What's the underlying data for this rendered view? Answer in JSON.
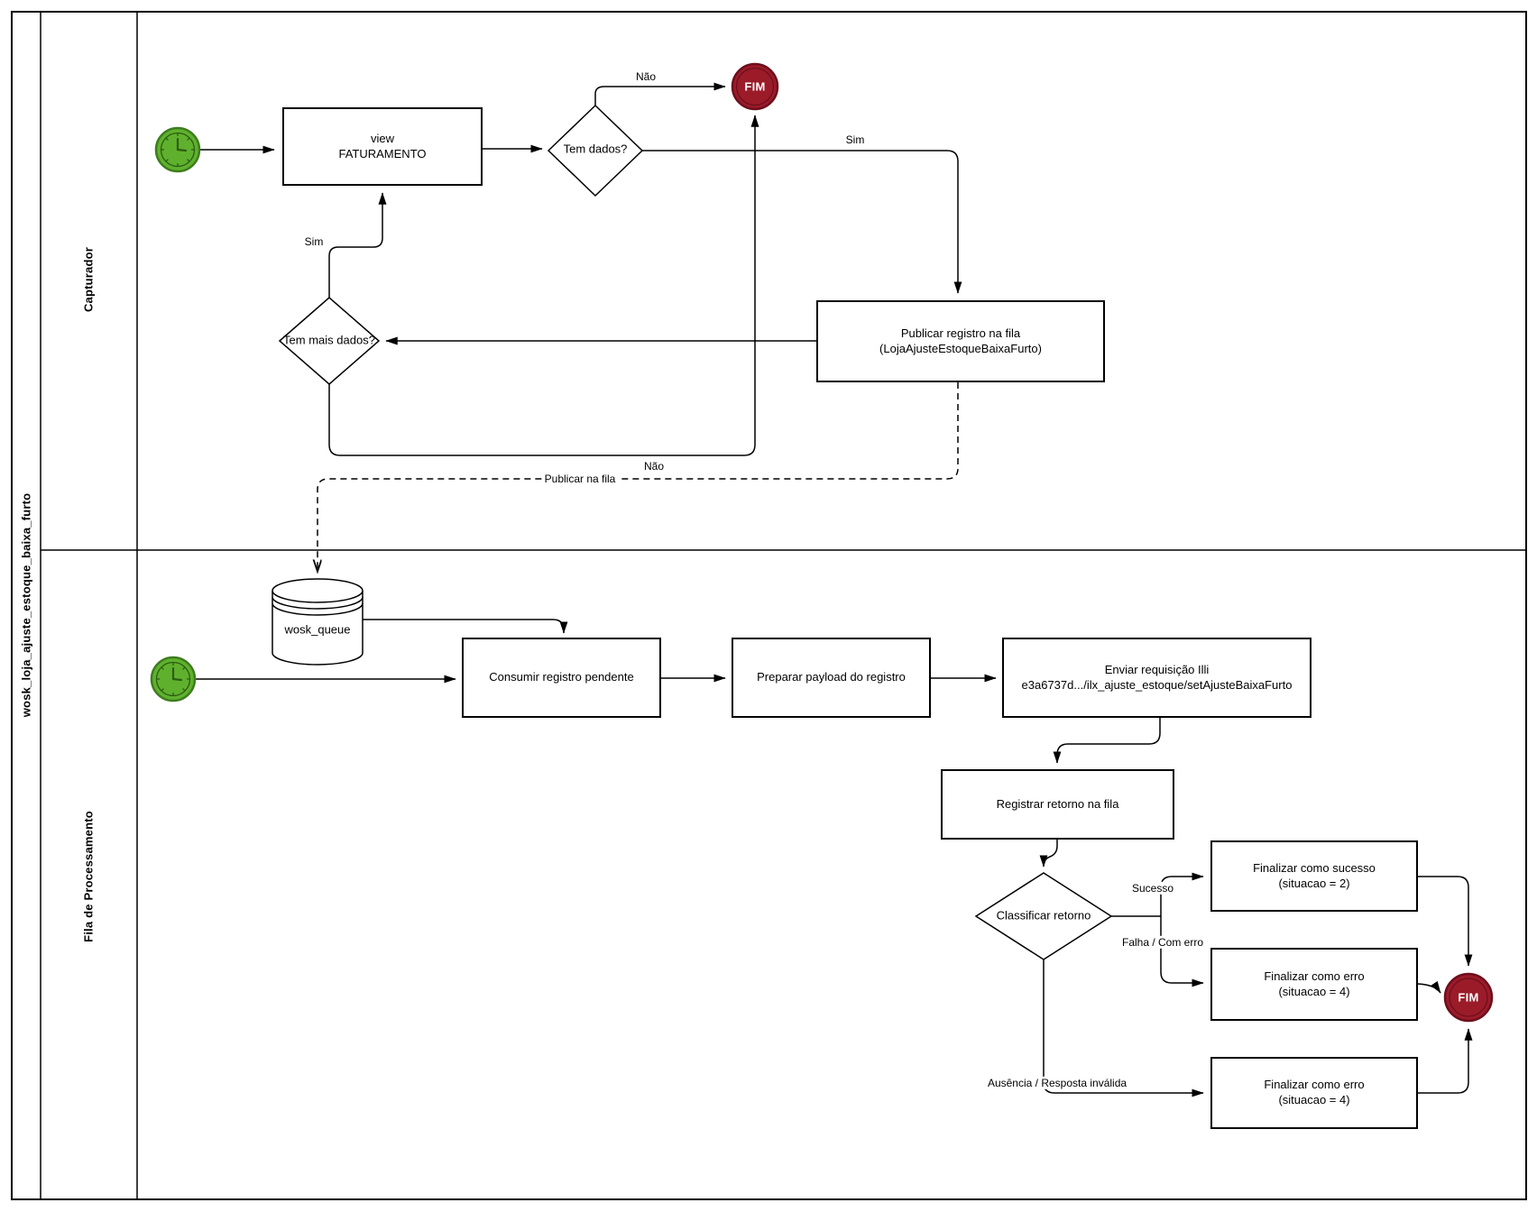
{
  "pool": {
    "title": "wosk_loja_ajuste_estoque_baixa_furto"
  },
  "lanes": [
    {
      "label": "Capturador"
    },
    {
      "label": "Fila de Processamento"
    }
  ],
  "nodes": {
    "view_faturamento": {
      "line1": "view",
      "line2": "FATURAMENTO"
    },
    "tem_dados": {
      "label": "Tem dados?"
    },
    "fim_capturador": {
      "label": "FIM"
    },
    "publicar_registro": {
      "line1": "Publicar registro na fila",
      "line2": "(LojaAjusteEstoqueBaixaFurto)"
    },
    "tem_mais_dados": {
      "label": "Tem mais dados?"
    },
    "wosk_queue": {
      "label": "wosk_queue"
    },
    "consumir": {
      "label": "Consumir registro pendente"
    },
    "preparar": {
      "label": "Preparar payload do registro"
    },
    "enviar": {
      "line1": "Enviar requisição Illi",
      "line2": "e3a6737d.../ilx_ajuste_estoque/setAjusteBaixaFurto"
    },
    "registrar": {
      "label": "Registrar retorno na fila"
    },
    "classificar": {
      "label": "Classificar retorno"
    },
    "finalizar_sucesso": {
      "line1": "Finalizar como sucesso",
      "line2": "(situacao = 2)"
    },
    "finalizar_erro_falha": {
      "line1": "Finalizar como erro",
      "line2": "(situacao = 4)"
    },
    "finalizar_erro_ausencia": {
      "line1": "Finalizar como erro",
      "line2": "(situacao = 4)"
    },
    "fim_processamento": {
      "label": "FIM"
    }
  },
  "edge_labels": {
    "nao_tem_dados": "Não",
    "sim_tem_dados": "Sim",
    "sim_tem_mais": "Sim",
    "nao_tem_mais": "Não",
    "publicar_na_fila": "Publicar na fila",
    "sucesso": "Sucesso",
    "falha": "Falha / Com erro",
    "ausencia": "Ausência / Resposta inválida"
  },
  "colors": {
    "start_event_fill": "#5fb12d",
    "start_event_stroke": "#3e7d1e",
    "start_event_detail": "#2e5c14",
    "end_event_fill": "#9b1b29",
    "end_event_stroke": "#6d0f1d",
    "line": "#000000"
  }
}
